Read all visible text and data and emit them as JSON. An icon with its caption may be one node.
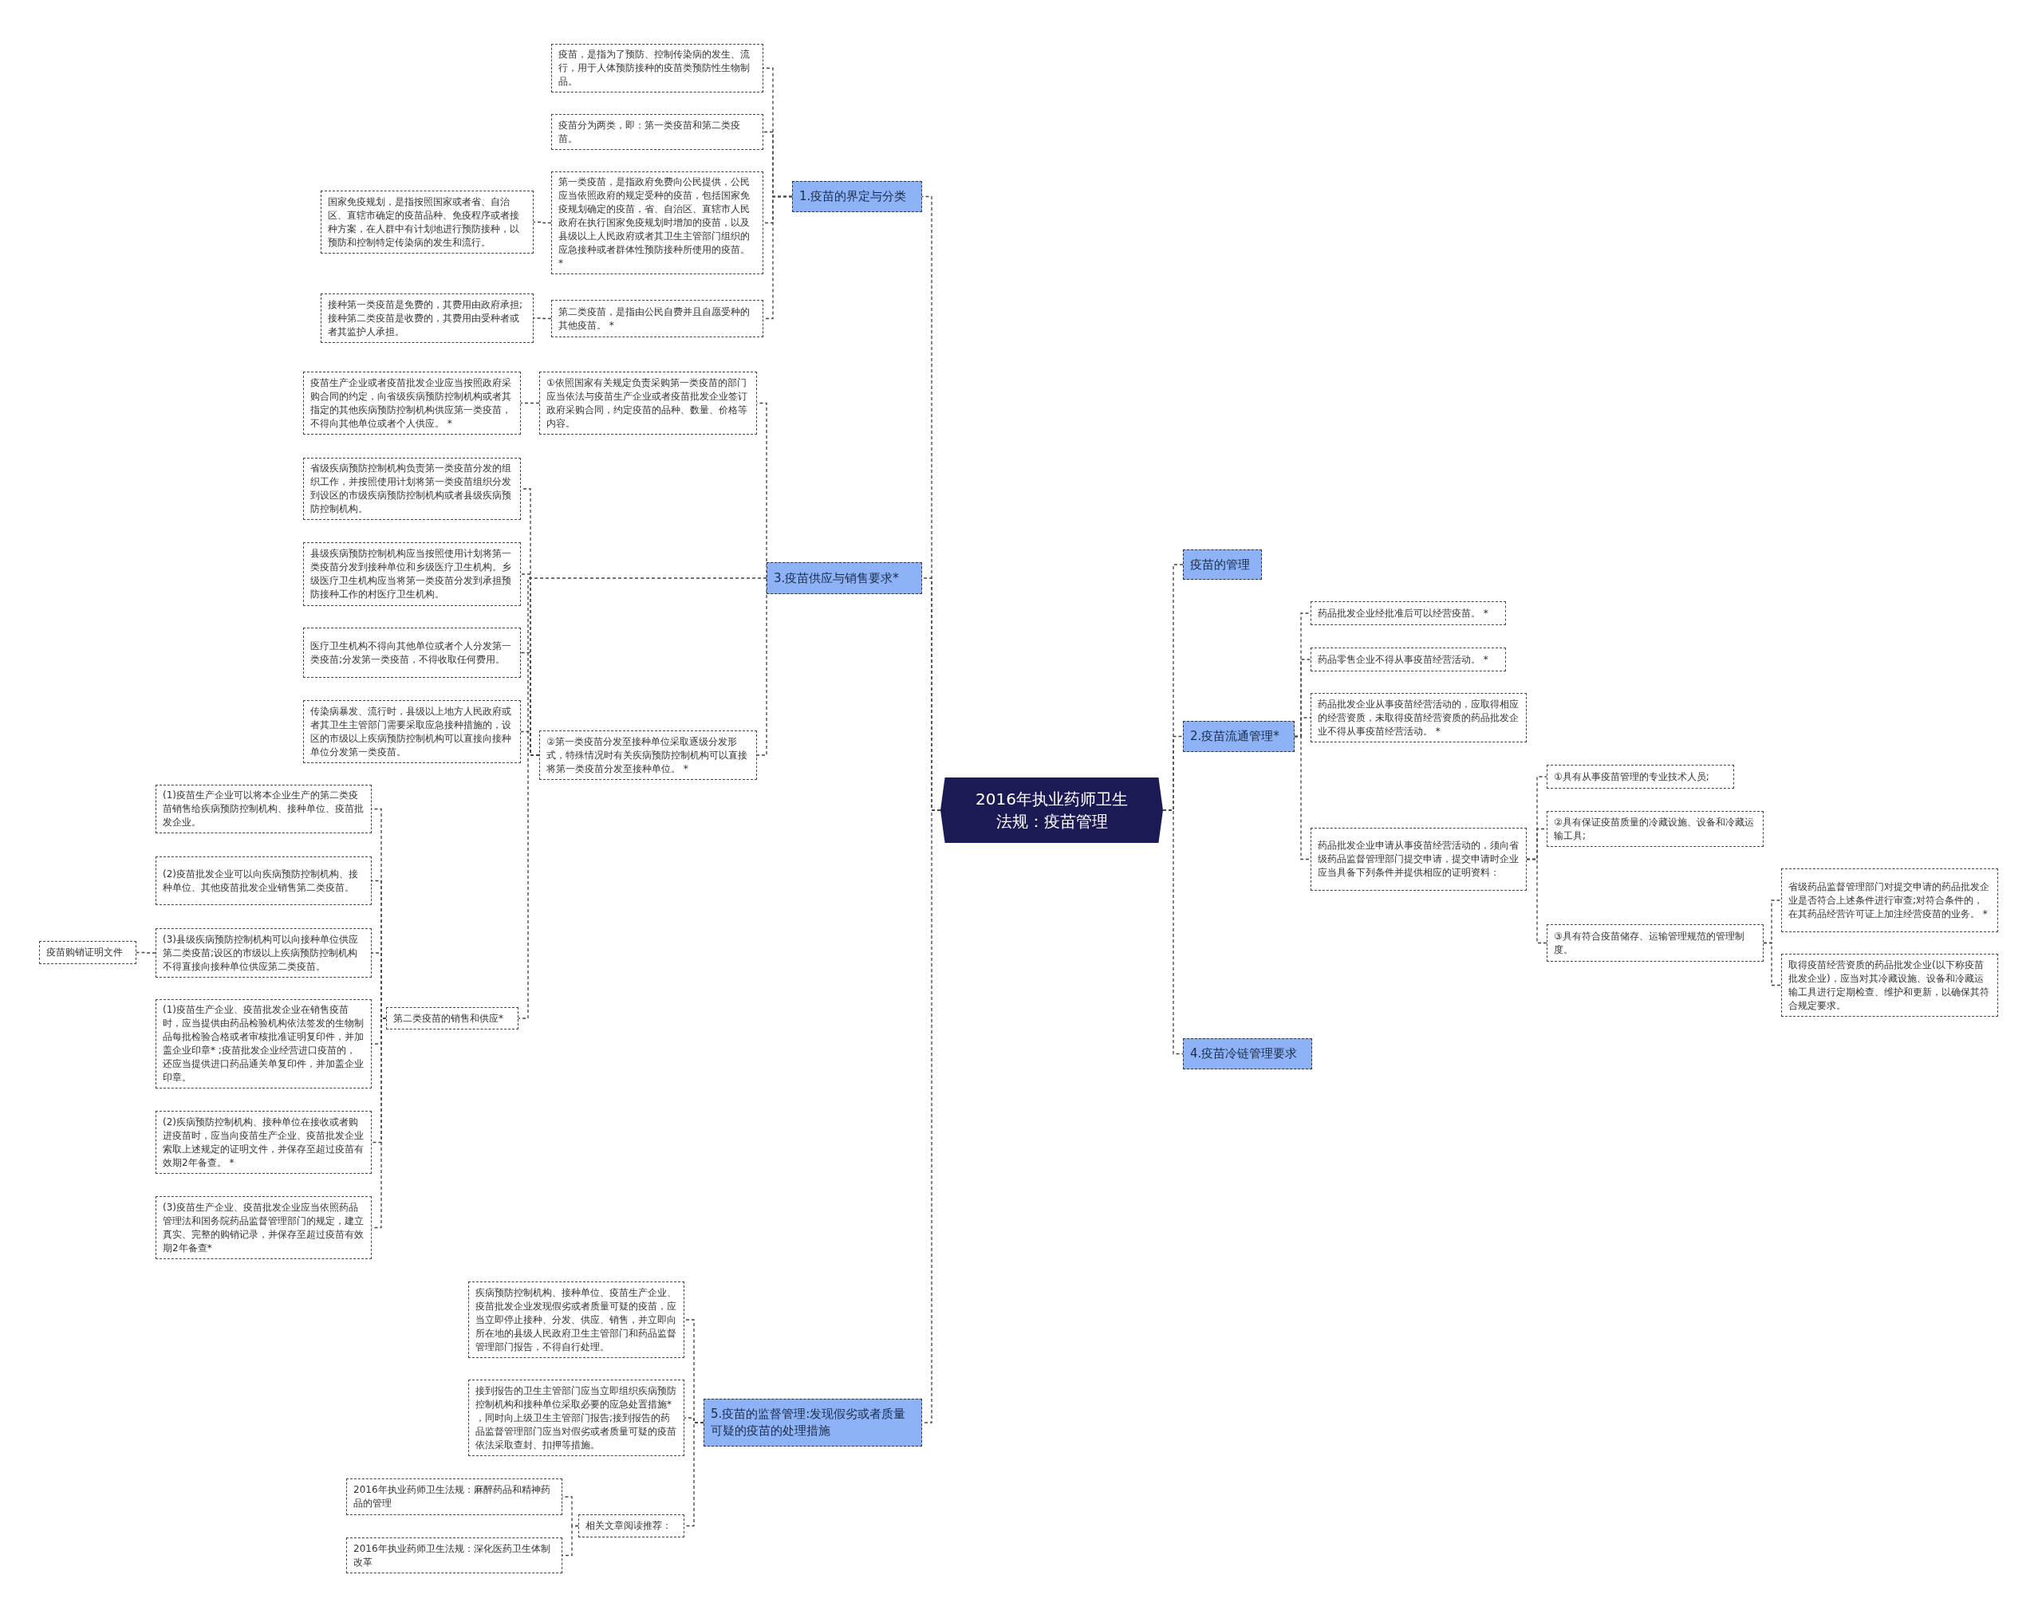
{
  "diagram": {
    "nodes": [
      {
        "text": [
          "2016年执业药师卫生法规：疫苗管理"
        ]
      },
      {
        "text": [
          "1.疫苗的界定与分类"
        ]
      },
      {
        "text": [
          "疫苗，是指为了预防、控制传染病的发生、流行，用于人体预防接种的疫苗类预防性生物制品。"
        ]
      },
      {
        "text": [
          "疫苗分为两类，即：第一类疫苗和第二类疫苗。"
        ]
      },
      {
        "text": [
          "第一类疫苗，是指政府免费向公民提供，公民应当依照政府的规定受种的疫苗，包括国家免疫规划确定的疫苗，省、自治区、直辖市人民政府在执行国家免疫规划时增加的疫苗，以及县级以上人民政府或者其卫生主管部门组织的应急接种或者群体性预防接种所使用的疫苗。 *"
        ]
      },
      {
        "text": [
          "国家免疫规划，是指按照国家或者省、自治区、直辖市确定的疫苗品种、免疫程序或者接种方案，在人群中有计划地进行预防接种，以预防和控制特定传染病的发生和流行。"
        ]
      },
      {
        "text": [
          "第二类疫苗，是指由公民自费并且自愿受种的其他疫苗。 *"
        ]
      },
      {
        "text": [
          "接种第一类疫苗是免费的，其费用由政府承担;接种第二类疫苗是收费的，其费用由受种者或者其监护人承担。"
        ]
      },
      {
        "text": [
          "3.疫苗供应与销售要求*"
        ]
      },
      {
        "text": [
          "①依照国家有关规定负责采购第一类疫苗的部门应当依法与疫苗生产企业或者疫苗批发企业签订政府采购合同，约定疫苗的品种、数量、价格等内容。"
        ]
      },
      {
        "text": [
          "疫苗生产企业或者疫苗批发企业应当按照政府采购合同的约定，向省级疾病预防控制机构或者其指定的其他疾病预防控制机构供应第一类疫苗，不得向其他单位或者个人供应。 *"
        ]
      },
      {
        "text": [
          "②第一类疫苗分发至接种单位采取逐级分发形式，特殊情况时有关疾病预防控制机构可以直接将第一类疫苗分发至接种单位。 *"
        ]
      },
      {
        "text": [
          "省级疾病预防控制机构负责第一类疫苗分发的组织工作，并按照使用计划将第一类疫苗组织分发到设区的市级疾病预防控制机构或者县级疾病预防控制机构。"
        ]
      },
      {
        "text": [
          "县级疾病预防控制机构应当按照使用计划将第一类疫苗分发到接种单位和乡级医疗卫生机构。乡级医疗卫生机构应当将第一类疫苗分发到承担预防接种工作的村医疗卫生机构。"
        ]
      },
      {
        "text": [
          "医疗卫生机构不得向其他单位或者个人分发第一类疫苗;分发第一类疫苗，不得收取任何费用。"
        ]
      },
      {
        "text": [
          "传染病暴发、流行时，县级以上地方人民政府或者其卫生主管部门需要采取应急接种措施的，设区的市级以上疾病预防控制机构可以直接向接种单位分发第一类疫苗。"
        ]
      },
      {
        "text": [
          "第二类疫苗的销售和供应*"
        ]
      },
      {
        "text": [
          "(1)疫苗生产企业可以将本企业生产的第二类疫苗销售给疾病预防控制机构、接种单位、疫苗批发企业。"
        ]
      },
      {
        "text": [
          "(2)疫苗批发企业可以向疾病预防控制机构、接种单位、其他疫苗批发企业销售第二类疫苗。"
        ]
      },
      {
        "text": [
          "(3)县级疾病预防控制机构可以向接种单位供应第二类疫苗;设区的市级以上疾病预防控制机构不得直接向接种单位供应第二类疫苗。"
        ]
      },
      {
        "text": [
          "疫苗购销证明文件"
        ]
      },
      {
        "text": [
          "(1)疫苗生产企业、疫苗批发企业在销售疫苗时，应当提供由药品检验机构依法签发的生物制品每批检验合格或者审核批准证明复印件，并加盖企业印章* ;疫苗批发企业经营进口疫苗的，还应当提供进口药品通关单复印件，并加盖企业印章。"
        ]
      },
      {
        "text": [
          "(2)疾病预防控制机构、接种单位在接收或者购进疫苗时，应当向疫苗生产企业、疫苗批发企业索取上述规定的证明文件，并保存至超过疫苗有效期2年备查。 *"
        ]
      },
      {
        "text": [
          "(3)疫苗生产企业、疫苗批发企业应当依照药品管理法和国务院药品监督管理部门的规定，建立真实、完整的购销记录，并保存至超过疫苗有效期2年备查*"
        ]
      },
      {
        "text": [
          "5.疫苗的监督管理:发现假劣或者质量可疑的疫苗的处理措施"
        ]
      },
      {
        "text": [
          "疾病预防控制机构、接种单位、疫苗生产企业、疫苗批发企业发现假劣或者质量可疑的疫苗，应当立即停止接种、分发、供应、销售，并立即向所在地的县级人民政府卫生主管部门和药品监督管理部门报告，不得自行处理。"
        ]
      },
      {
        "text": [
          "接到报告的卫生主管部门应当立即组织疾病预防控制机构和接种单位采取必要的应急处置措施* ，同时向上级卫生主管部门报告;接到报告的药品监督管理部门应当对假劣或者质量可疑的疫苗依法采取查封、扣押等措施。"
        ]
      },
      {
        "text": [
          "相关文章阅读推荐："
        ]
      },
      {
        "text": [
          "2016年执业药师卫生法规：麻醉药品和精神药品的管理"
        ]
      },
      {
        "text": [
          "2016年执业药师卫生法规：深化医药卫生体制改革"
        ]
      },
      {
        "text": [
          "疫苗的管理"
        ]
      },
      {
        "text": [
          "2.疫苗流通管理*"
        ]
      },
      {
        "text": [
          "药品批发企业经批准后可以经营疫苗。 *"
        ]
      },
      {
        "text": [
          "药品零售企业不得从事疫苗经营活动。 *"
        ]
      },
      {
        "text": [
          "药品批发企业从事疫苗经营活动的，应取得相应的经营资质，未取得疫苗经营资质的药品批发企业不得从事疫苗经营活动。 *"
        ]
      },
      {
        "text": [
          "药品批发企业申请从事疫苗经营活动的，须向省级药品监督管理部门提交申请，提交申请时企业应当具备下列条件并提供相应的证明资料："
        ]
      },
      {
        "text": [
          "①具有从事疫苗管理的专业技术人员;"
        ]
      },
      {
        "text": [
          "②具有保证疫苗质量的冷藏设施、设备和冷藏运输工具;"
        ]
      },
      {
        "text": [
          "③具有符合疫苗储存、运输管理规范的管理制度。"
        ]
      },
      {
        "text": [
          "省级药品监督管理部门对提交申请的药品批发企业是否符合上述条件进行审查;对符合条件的，在其药品经营许可证上加注经营疫苗的业务。 *"
        ]
      },
      {
        "text": [
          "取得疫苗经营资质的药品批发企业(以下称疫苗批发企业)，应当对其冷藏设施、设备和冷藏运输工具进行定期检查、维护和更新，以确保其符合规定要求。"
        ]
      },
      {
        "text": [
          "4.疫苗冷链管理要求"
        ]
      }
    ],
    "edges": [
      {
        "from": 0,
        "to": 1,
        "arrow": "none"
      },
      {
        "from": 1,
        "to": 2,
        "arrow": "none"
      },
      {
        "from": 1,
        "to": 3,
        "arrow": "none"
      },
      {
        "from": 1,
        "to": 4,
        "arrow": "none"
      },
      {
        "from": 4,
        "to": 5,
        "arrow": "none"
      },
      {
        "from": 1,
        "to": 6,
        "arrow": "none"
      },
      {
        "from": 6,
        "to": 7,
        "arrow": "none"
      },
      {
        "from": 0,
        "to": 8,
        "arrow": "none"
      },
      {
        "from": 8,
        "to": 9,
        "arrow": "none"
      },
      {
        "from": 9,
        "to": 10,
        "arrow": "none"
      },
      {
        "from": 8,
        "to": 11,
        "arrow": "none"
      },
      {
        "from": 11,
        "to": 12,
        "arrow": "none"
      },
      {
        "from": 11,
        "to": 13,
        "arrow": "none"
      },
      {
        "from": 11,
        "to": 14,
        "arrow": "none"
      },
      {
        "from": 11,
        "to": 15,
        "arrow": "none"
      },
      {
        "from": 8,
        "to": 16,
        "arrow": "none"
      },
      {
        "from": 16,
        "to": 17,
        "arrow": "none"
      },
      {
        "from": 16,
        "to": 18,
        "arrow": "none"
      },
      {
        "from": 16,
        "to": 19,
        "arrow": "none"
      },
      {
        "from": 19,
        "to": 20,
        "arrow": "none"
      },
      {
        "from": 16,
        "to": 21,
        "arrow": "none"
      },
      {
        "from": 16,
        "to": 22,
        "arrow": "none"
      },
      {
        "from": 16,
        "to": 23,
        "arrow": "none"
      },
      {
        "from": 0,
        "to": 24,
        "arrow": "none"
      },
      {
        "from": 24,
        "to": 25,
        "arrow": "none"
      },
      {
        "from": 24,
        "to": 26,
        "arrow": "none"
      },
      {
        "from": 24,
        "to": 27,
        "arrow": "none"
      },
      {
        "from": 27,
        "to": 28,
        "arrow": "none"
      },
      {
        "from": 27,
        "to": 29,
        "arrow": "none"
      },
      {
        "from": 0,
        "to": 30,
        "arrow": "none"
      },
      {
        "from": 0,
        "to": 31,
        "arrow": "none"
      },
      {
        "from": 31,
        "to": 32,
        "arrow": "none"
      },
      {
        "from": 31,
        "to": 33,
        "arrow": "none"
      },
      {
        "from": 31,
        "to": 34,
        "arrow": "none"
      },
      {
        "from": 31,
        "to": 35,
        "arrow": "none"
      },
      {
        "from": 35,
        "to": 36,
        "arrow": "none"
      },
      {
        "from": 35,
        "to": 37,
        "arrow": "none"
      },
      {
        "from": 35,
        "to": 38,
        "arrow": "none"
      },
      {
        "from": 38,
        "to": 39,
        "arrow": "none"
      },
      {
        "from": 38,
        "to": 40,
        "arrow": "none"
      },
      {
        "from": 0,
        "to": 41,
        "arrow": "none"
      }
    ]
  }
}
